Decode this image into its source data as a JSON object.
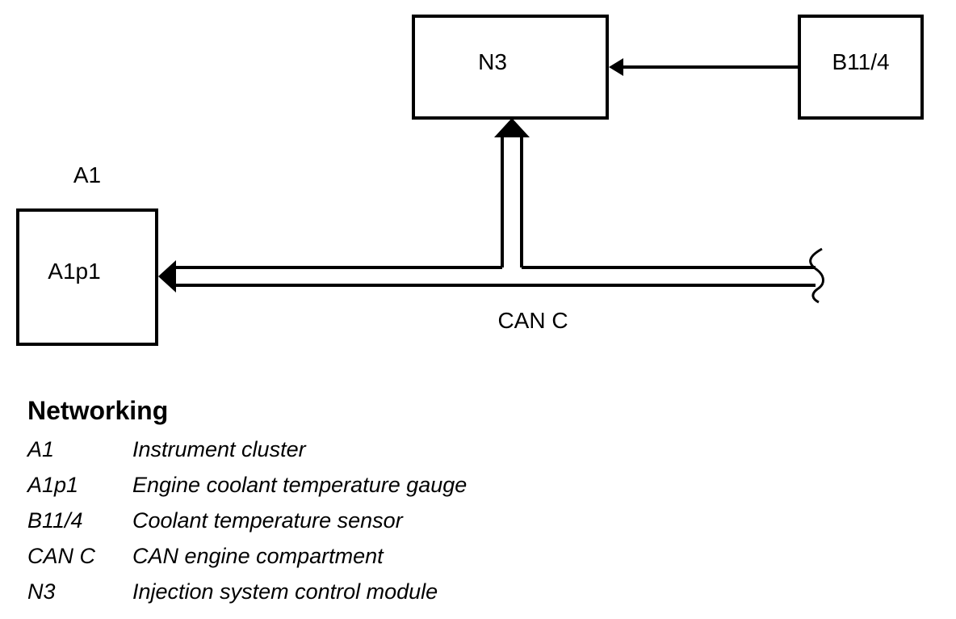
{
  "diagram": {
    "nodes": {
      "n3": "N3",
      "b11_4": "B11/4",
      "a1": "A1",
      "a1p1": "A1p1"
    },
    "bus_label": "CAN C"
  },
  "legend": {
    "title": "Networking",
    "items": [
      {
        "code": "A1",
        "desc": "Instrument cluster"
      },
      {
        "code": "A1p1",
        "desc": "Engine coolant temperature gauge"
      },
      {
        "code": "B11/4",
        "desc": "Coolant temperature sensor"
      },
      {
        "code": "CAN C",
        "desc": "CAN engine compartment"
      },
      {
        "code": "N3",
        "desc": "Injection system control module"
      }
    ]
  }
}
